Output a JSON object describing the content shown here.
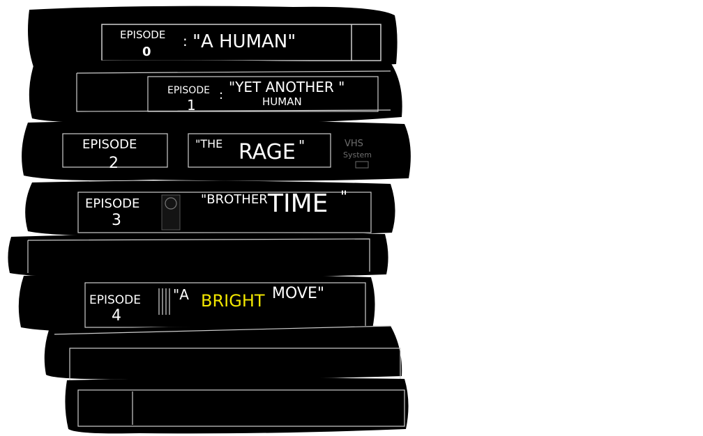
{
  "tapes": [
    {
      "episode_word": "EPISODE",
      "number": "0",
      "sep": ":",
      "title": "\"A HUMAN\""
    },
    {
      "episode_word": "EPISODE",
      "number": "1",
      "sep": ":",
      "title_line1": "\"YET ANOTHER \"",
      "title_line2": "HUMAN"
    },
    {
      "episode_word": "EPISODE",
      "number": "2",
      "title_open": "\"THE",
      "title_main": "RAGE",
      "title_close": "\""
    },
    {
      "episode_word": "EPISODE",
      "number": "3",
      "title_a": "\"BROTHER",
      "title_b": "TIME",
      "title_close": "\""
    },
    {
      "episode_word": "EPISODE",
      "number": "4",
      "title_a": "\"A",
      "title_b": "BRIGHT",
      "title_c": "MOVE\""
    }
  ],
  "vhs_logo": {
    "line1": "VHS",
    "line2": "System"
  },
  "colors": {
    "tape": "#000000",
    "line": "#d9d9d9",
    "text": "#ffffff",
    "accent": "#f2e600",
    "logo": "#6e6e6e"
  }
}
